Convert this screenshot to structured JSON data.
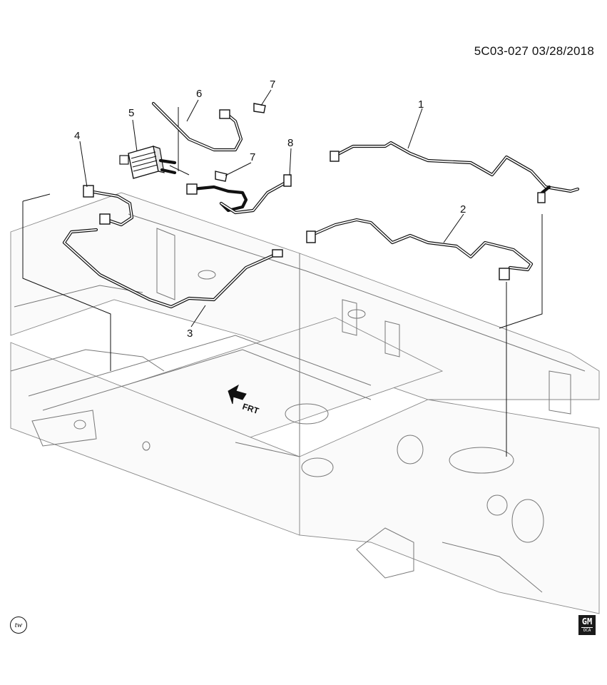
{
  "doc_ref": "5C03-027  03/28/2018",
  "callouts": [
    {
      "id": "c1",
      "label": "1"
    },
    {
      "id": "c2",
      "label": "2"
    },
    {
      "id": "c3",
      "label": "3"
    },
    {
      "id": "c4",
      "label": "4"
    },
    {
      "id": "c5",
      "label": "5"
    },
    {
      "id": "c6",
      "label": "6"
    },
    {
      "id": "c7a",
      "label": "7"
    },
    {
      "id": "c7b",
      "label": "7"
    },
    {
      "id": "c8",
      "label": "8"
    }
  ],
  "direction_label": "FRT",
  "footer": {
    "tw_mark": "tw",
    "gm_logo": "GM",
    "gm_sub": "OCA"
  }
}
